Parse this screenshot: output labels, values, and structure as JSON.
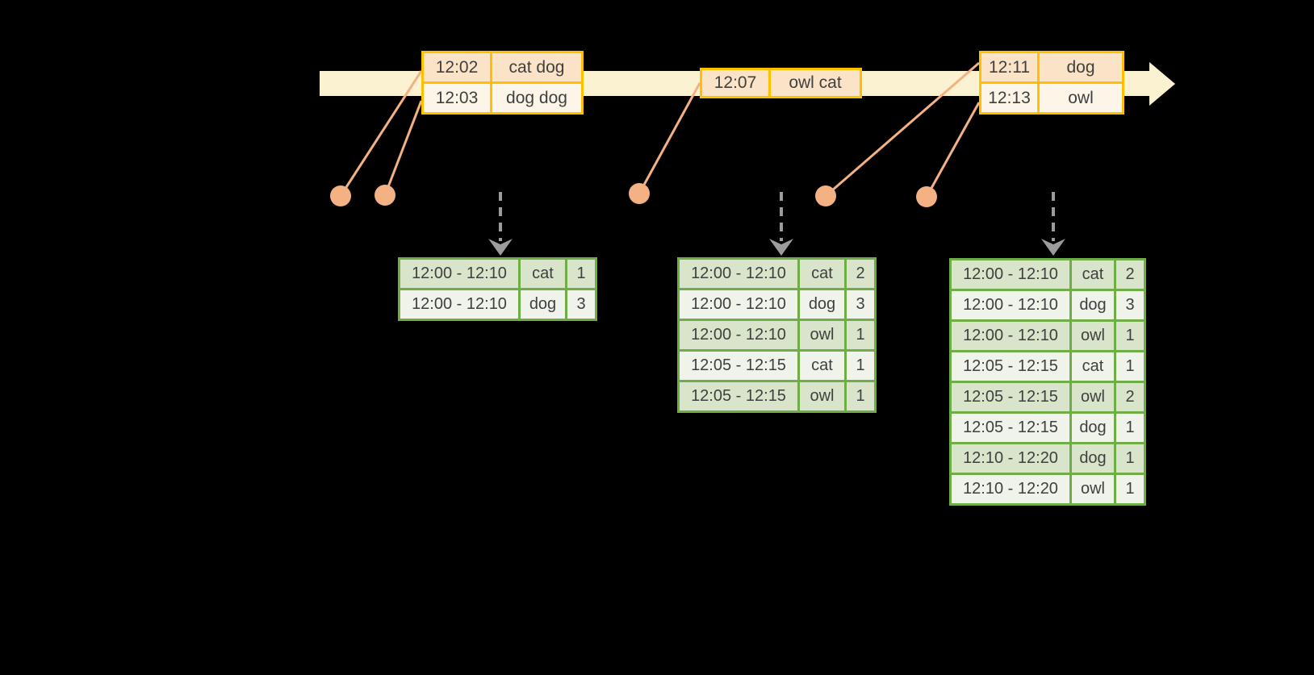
{
  "colors": {
    "background": "#000000",
    "timeline_band": "#FBF2D2",
    "event_box_border": "#FFC000",
    "event_row_peach": "#FBE3C8",
    "event_row_cream": "#FDF5E8",
    "connector_dot": "#F4B183",
    "dashed_arrow": "#9C9C9C",
    "table_border": "#6FAD47",
    "table_row_dark": "#D9E5CA",
    "table_row_light": "#EFF3EA",
    "text": "#3F3F3F"
  },
  "events": [
    {
      "rows": [
        {
          "time": "12:02",
          "words": "cat dog"
        },
        {
          "time": "12:03",
          "words": "dog dog"
        }
      ]
    },
    {
      "rows": [
        {
          "time": "12:07",
          "words": "owl cat"
        }
      ]
    },
    {
      "rows": [
        {
          "time": "12:11",
          "words": "dog"
        },
        {
          "time": "12:13",
          "words": "owl"
        }
      ]
    }
  ],
  "result_tables": [
    {
      "rows": [
        {
          "window": "12:00 - 12:10",
          "word": "cat",
          "count": "1"
        },
        {
          "window": "12:00 - 12:10",
          "word": "dog",
          "count": "3"
        }
      ]
    },
    {
      "rows": [
        {
          "window": "12:00 - 12:10",
          "word": "cat",
          "count": "2"
        },
        {
          "window": "12:00 - 12:10",
          "word": "dog",
          "count": "3"
        },
        {
          "window": "12:00 - 12:10",
          "word": "owl",
          "count": "1"
        },
        {
          "window": "12:05 - 12:15",
          "word": "cat",
          "count": "1"
        },
        {
          "window": "12:05 - 12:15",
          "word": "owl",
          "count": "1"
        }
      ]
    },
    {
      "rows": [
        {
          "window": "12:00 - 12:10",
          "word": "cat",
          "count": "2"
        },
        {
          "window": "12:00 - 12:10",
          "word": "dog",
          "count": "3"
        },
        {
          "window": "12:00 - 12:10",
          "word": "owl",
          "count": "1"
        },
        {
          "window": "12:05 - 12:15",
          "word": "cat",
          "count": "1"
        },
        {
          "window": "12:05 - 12:15",
          "word": "owl",
          "count": "2"
        },
        {
          "window": "12:05 - 12:15",
          "word": "dog",
          "count": "1"
        },
        {
          "window": "12:10 - 12:20",
          "word": "dog",
          "count": "1"
        },
        {
          "window": "12:10 - 12:20",
          "word": "owl",
          "count": "1"
        }
      ]
    }
  ]
}
